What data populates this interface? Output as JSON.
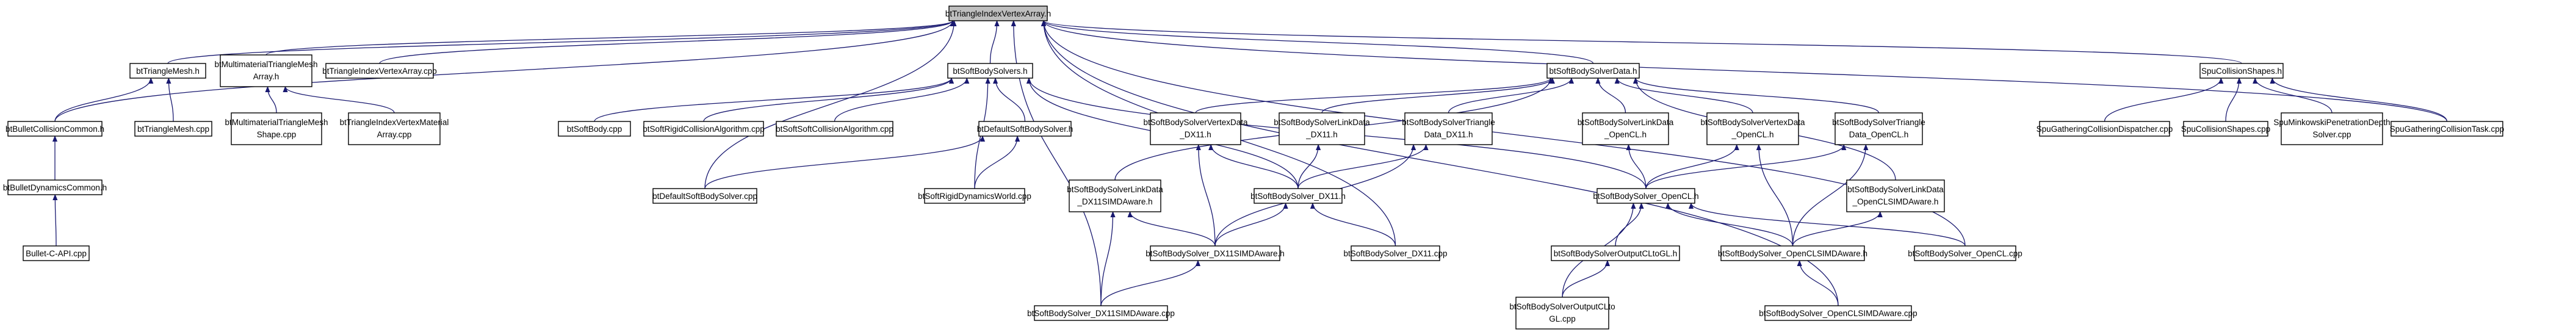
{
  "graph": {
    "nodes": [
      {
        "id": "root",
        "lines": [
          "btTriangleIndexVertexArray.h"
        ],
        "root": true
      },
      {
        "id": "trimesh_h",
        "lines": [
          "btTriangleMesh.h"
        ]
      },
      {
        "id": "multimat_h",
        "lines": [
          "btMultimaterialTriangleMesh",
          "Array.h"
        ]
      },
      {
        "id": "tiva_cpp",
        "lines": [
          "btTriangleIndexVertexArray.cpp"
        ]
      },
      {
        "id": "sbsolvers_h",
        "lines": [
          "btSoftBodySolvers.h"
        ]
      },
      {
        "id": "sbsolverdata_h",
        "lines": [
          "btSoftBodySolverData.h"
        ]
      },
      {
        "id": "spucollshapes_h",
        "lines": [
          "SpuCollisionShapes.h"
        ]
      },
      {
        "id": "bcc_h",
        "lines": [
          "btBulletCollisionCommon.h"
        ]
      },
      {
        "id": "trimesh_cpp",
        "lines": [
          "btTriangleMesh.cpp"
        ]
      },
      {
        "id": "multimat_cpp",
        "lines": [
          "btMultimaterialTriangleMesh",
          "Shape.cpp"
        ]
      },
      {
        "id": "tiva_mat_cpp",
        "lines": [
          "btTriangleIndexVertexMaterial",
          "Array.cpp"
        ]
      },
      {
        "id": "softbody_cpp",
        "lines": [
          "btSoftBody.cpp"
        ]
      },
      {
        "id": "sbrigid_cpp",
        "lines": [
          "btSoftRigidCollisionAlgorithm.cpp"
        ]
      },
      {
        "id": "sbsoft_cpp",
        "lines": [
          "btSoftSoftCollisionAlgorithm.cpp"
        ]
      },
      {
        "id": "defsolver_h",
        "lines": [
          "btDefaultSoftBodySolver.h"
        ]
      },
      {
        "id": "dx11_vertex_h",
        "lines": [
          "btSoftBodySolverVertexData",
          "_DX11.h"
        ]
      },
      {
        "id": "dx11_link_h",
        "lines": [
          "btSoftBodySolverLinkData",
          "_DX11.h"
        ]
      },
      {
        "id": "dx11_tri_h",
        "lines": [
          "btSoftBodySolverTriangle",
          "Data_DX11.h"
        ]
      },
      {
        "id": "cl_link_h",
        "lines": [
          "btSoftBodySolverLinkData",
          "_OpenCL.h"
        ]
      },
      {
        "id": "cl_vertex_h",
        "lines": [
          "btSoftBodySolverVertexData",
          "_OpenCL.h"
        ]
      },
      {
        "id": "cl_tri_h",
        "lines": [
          "btSoftBodySolverTriangle",
          "Data_OpenCL.h"
        ]
      },
      {
        "id": "spu_gather_cpp",
        "lines": [
          "SpuGatheringCollisionDispatcher.cpp"
        ]
      },
      {
        "id": "spu_collshapes_cpp",
        "lines": [
          "SpuCollisionShapes.cpp"
        ]
      },
      {
        "id": "spu_minkowski_cpp",
        "lines": [
          "SpuMinkowskiPenetrationDepth",
          "Solver.cpp"
        ]
      },
      {
        "id": "spu_gathertask_cpp",
        "lines": [
          "SpuGatheringCollisionTask.cpp"
        ]
      },
      {
        "id": "bdc_h",
        "lines": [
          "btBulletDynamicsCommon.h"
        ]
      },
      {
        "id": "dx11simd_link_h",
        "lines": [
          "btSoftBodySolverLinkData",
          "_DX11SIMDAware.h"
        ]
      },
      {
        "id": "defsolver_cpp",
        "lines": [
          "btDefaultSoftBodySolver.cpp"
        ]
      },
      {
        "id": "softrigidworld_cpp",
        "lines": [
          "btSoftRigidDynamicsWorld.cpp"
        ]
      },
      {
        "id": "dx11_h",
        "lines": [
          "btSoftBodySolver_DX11.h"
        ]
      },
      {
        "id": "opencl_h",
        "lines": [
          "btSoftBodySolver_OpenCL.h"
        ]
      },
      {
        "id": "clsimd_link_h",
        "lines": [
          "btSoftBodySolverLinkData",
          "_OpenCLSIMDAware.h"
        ]
      },
      {
        "id": "capi_cpp",
        "lines": [
          "Bullet-C-API.cpp"
        ]
      },
      {
        "id": "dx11simd_h",
        "lines": [
          "btSoftBodySolver_DX11SIMDAware.h"
        ]
      },
      {
        "id": "dx11_cpp",
        "lines": [
          "btSoftBodySolver_DX11.cpp"
        ]
      },
      {
        "id": "outputclgl_h",
        "lines": [
          "btSoftBodySolverOutputCLtoGL.h"
        ]
      },
      {
        "id": "clsimd_h",
        "lines": [
          "btSoftBodySolver_OpenCLSIMDAware.h"
        ]
      },
      {
        "id": "opencl_cpp",
        "lines": [
          "btSoftBodySolver_OpenCL.cpp"
        ]
      },
      {
        "id": "dx11simd_cpp",
        "lines": [
          "btSoftBodySolver_DX11SIMDAware.cpp"
        ]
      },
      {
        "id": "outputclgl_cpp",
        "lines": [
          "btSoftBodySolverOutputCLto",
          "GL.cpp"
        ]
      },
      {
        "id": "clsimd_cpp",
        "lines": [
          "btSoftBodySolver_OpenCLSIMDAware.cpp"
        ]
      }
    ],
    "edges": [
      [
        "root",
        "trimesh_h"
      ],
      [
        "root",
        "multimat_h"
      ],
      [
        "root",
        "tiva_cpp"
      ],
      [
        "root",
        "sbsolvers_h"
      ],
      [
        "root",
        "sbsolverdata_h"
      ],
      [
        "root",
        "spucollshapes_h"
      ],
      [
        "root",
        "bcc_h"
      ],
      [
        "root",
        "defsolver_cpp"
      ],
      [
        "root",
        "dx11_cpp"
      ],
      [
        "root",
        "dx11simd_cpp"
      ],
      [
        "root",
        "opencl_cpp"
      ],
      [
        "root",
        "clsimd_cpp"
      ],
      [
        "root",
        "spu_gathertask_cpp"
      ],
      [
        "trimesh_h",
        "bcc_h"
      ],
      [
        "trimesh_h",
        "trimesh_cpp"
      ],
      [
        "multimat_h",
        "multimat_cpp"
      ],
      [
        "multimat_h",
        "tiva_mat_cpp"
      ],
      [
        "sbsolvers_h",
        "softbody_cpp"
      ],
      [
        "sbsolvers_h",
        "sbrigid_cpp"
      ],
      [
        "sbsolvers_h",
        "sbsoft_cpp"
      ],
      [
        "sbsolvers_h",
        "defsolver_h"
      ],
      [
        "sbsolvers_h",
        "softrigidworld_cpp"
      ],
      [
        "sbsolvers_h",
        "dx11_h"
      ],
      [
        "sbsolvers_h",
        "opencl_h"
      ],
      [
        "sbsolverdata_h",
        "dx11_vertex_h"
      ],
      [
        "sbsolverdata_h",
        "dx11_link_h"
      ],
      [
        "sbsolverdata_h",
        "dx11_tri_h"
      ],
      [
        "sbsolverdata_h",
        "cl_link_h"
      ],
      [
        "sbsolverdata_h",
        "cl_vertex_h"
      ],
      [
        "sbsolverdata_h",
        "cl_tri_h"
      ],
      [
        "sbsolverdata_h",
        "dx11simd_link_h"
      ],
      [
        "sbsolverdata_h",
        "clsimd_link_h"
      ],
      [
        "spucollshapes_h",
        "spu_gather_cpp"
      ],
      [
        "spucollshapes_h",
        "spu_collshapes_cpp"
      ],
      [
        "spucollshapes_h",
        "spu_minkowski_cpp"
      ],
      [
        "spucollshapes_h",
        "spu_gathertask_cpp"
      ],
      [
        "bcc_h",
        "bdc_h"
      ],
      [
        "bdc_h",
        "capi_cpp"
      ],
      [
        "defsolver_h",
        "defsolver_cpp"
      ],
      [
        "defsolver_h",
        "softrigidworld_cpp"
      ],
      [
        "dx11_vertex_h",
        "dx11_h"
      ],
      [
        "dx11_vertex_h",
        "dx11simd_h"
      ],
      [
        "dx11_link_h",
        "dx11_h"
      ],
      [
        "dx11_tri_h",
        "dx11_h"
      ],
      [
        "dx11_tri_h",
        "dx11simd_h"
      ],
      [
        "dx11simd_link_h",
        "dx11simd_h"
      ],
      [
        "dx11simd_link_h",
        "dx11simd_cpp"
      ],
      [
        "dx11_h",
        "dx11simd_h"
      ],
      [
        "dx11_h",
        "dx11_cpp"
      ],
      [
        "dx11simd_h",
        "dx11simd_cpp"
      ],
      [
        "cl_link_h",
        "opencl_h"
      ],
      [
        "cl_vertex_h",
        "opencl_h"
      ],
      [
        "cl_vertex_h",
        "clsimd_h"
      ],
      [
        "cl_tri_h",
        "opencl_h"
      ],
      [
        "cl_tri_h",
        "clsimd_h"
      ],
      [
        "clsimd_link_h",
        "clsimd_h"
      ],
      [
        "opencl_h",
        "outputclgl_h"
      ],
      [
        "opencl_h",
        "clsimd_h"
      ],
      [
        "opencl_h",
        "opencl_cpp"
      ],
      [
        "opencl_h",
        "outputclgl_cpp"
      ],
      [
        "outputclgl_h",
        "outputclgl_cpp"
      ],
      [
        "clsimd_h",
        "clsimd_cpp"
      ]
    ]
  },
  "colors": {
    "edge": "#191970",
    "node_border": "#000000",
    "root_fill": "#bfbfbf",
    "node_fill": "#ffffff"
  }
}
